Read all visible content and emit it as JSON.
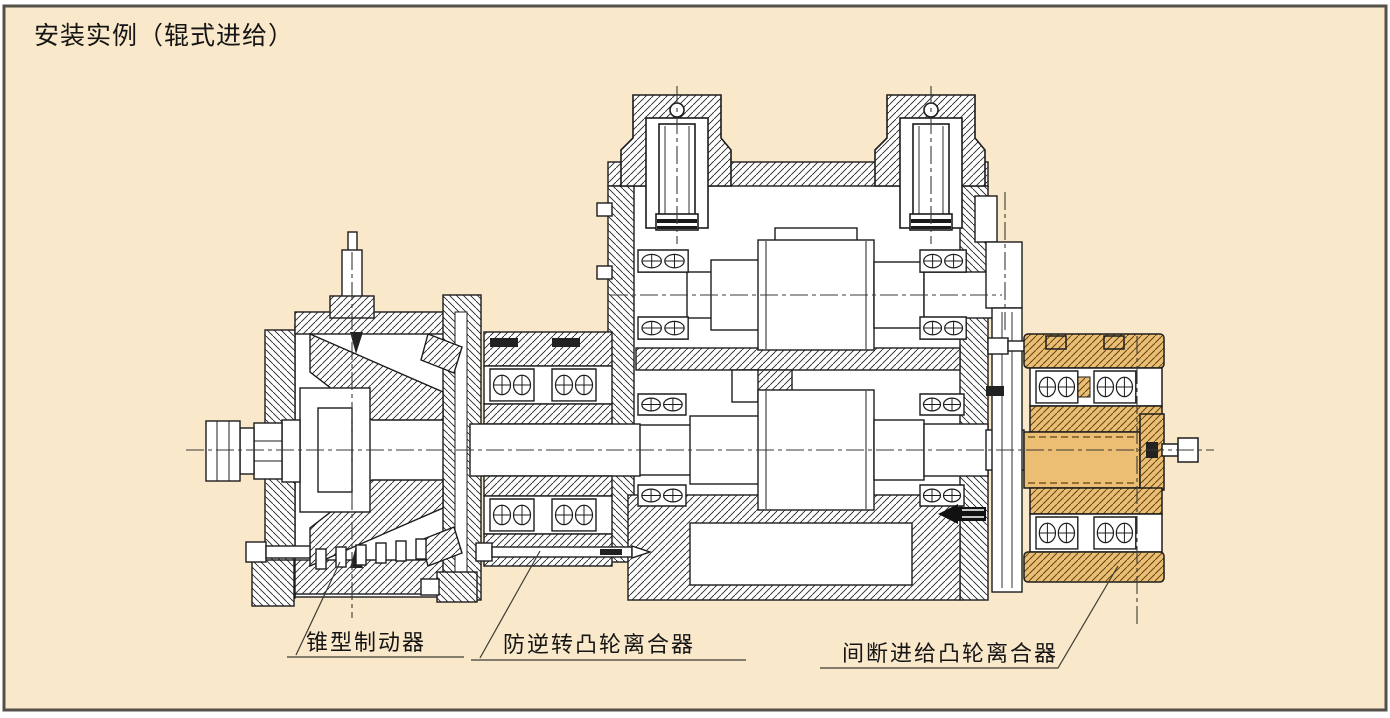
{
  "page": {
    "title": "安装实例（辊式进给）"
  },
  "diagram": {
    "type": "technical-cross-section",
    "labels": [
      {
        "text": "锥型制动器"
      },
      {
        "text": "防逆转凸轮离合器"
      },
      {
        "text": "间断进给凸轮离合器"
      }
    ]
  },
  "theme": {
    "cream": "#FAE8CB",
    "orange": "#ECBE74",
    "line": "#1C1C1C",
    "border": "#54514B",
    "label": "#151515"
  }
}
